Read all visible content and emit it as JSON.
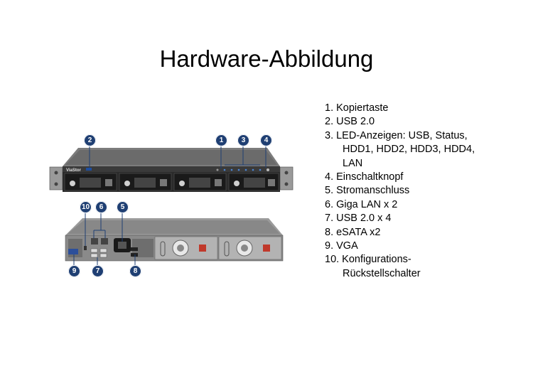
{
  "page": {
    "title": "Hardware-Abbildung"
  },
  "legend": [
    [
      "1. Kopiertaste"
    ],
    [
      "2. USB 2.0"
    ],
    [
      "3. LED-Anzeigen: USB, Status,",
      "HDD1, HDD2, HDD3, HDD4,",
      "LAN"
    ],
    [
      "4. Einschaltknopf"
    ],
    [
      "5. Stromanschluss"
    ],
    [
      "6. Giga LAN x 2"
    ],
    [
      "7. USB 2.0 x 4"
    ],
    [
      "8. eSATA x2"
    ],
    [
      "9. VGA"
    ],
    [
      "10. Konfigurations-",
      "Rückstellschalter"
    ]
  ],
  "front_panel": {
    "brand": "ViaStor",
    "callouts": [
      "2",
      "1",
      "3",
      "4"
    ]
  },
  "rear_panel": {
    "callouts": [
      "10",
      "6",
      "5",
      "9",
      "7",
      "8"
    ]
  },
  "colors": {
    "callout": "#1f3f73",
    "chassis_front": "#2a2a2a",
    "chassis_rear": "#8a8a8a"
  }
}
